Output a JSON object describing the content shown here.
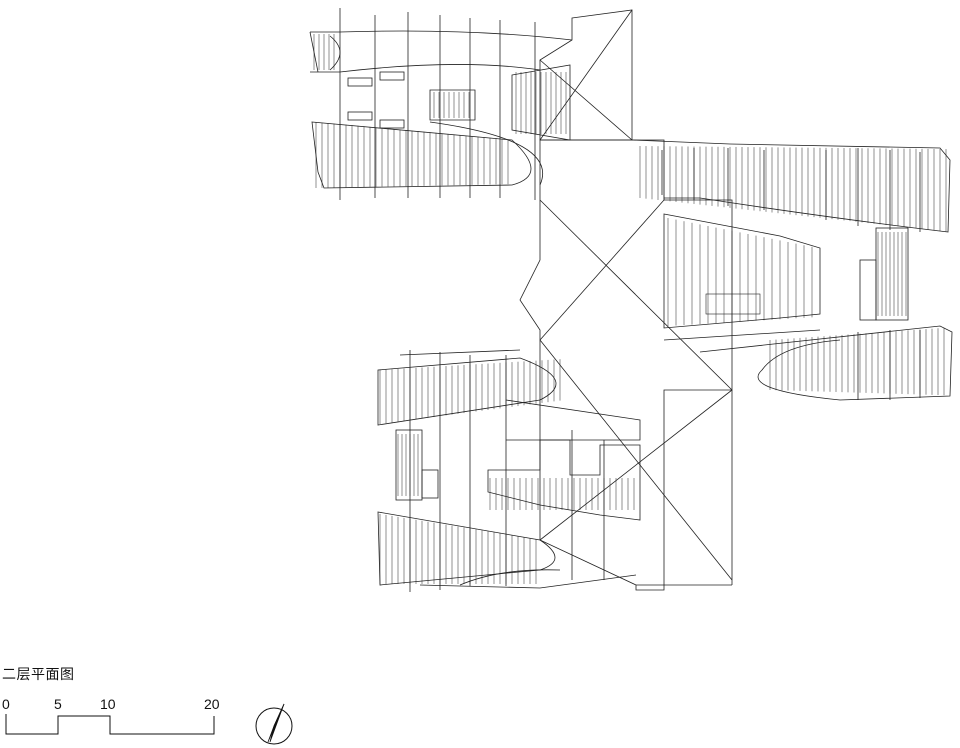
{
  "drawing": {
    "title": "二层平面图"
  },
  "scale_bar": {
    "labels": [
      "0",
      "5",
      "10",
      "20"
    ]
  },
  "north_arrow": {
    "icon": "north-arrow-icon"
  },
  "colors": {
    "line": "#222222",
    "background": "#ffffff"
  }
}
